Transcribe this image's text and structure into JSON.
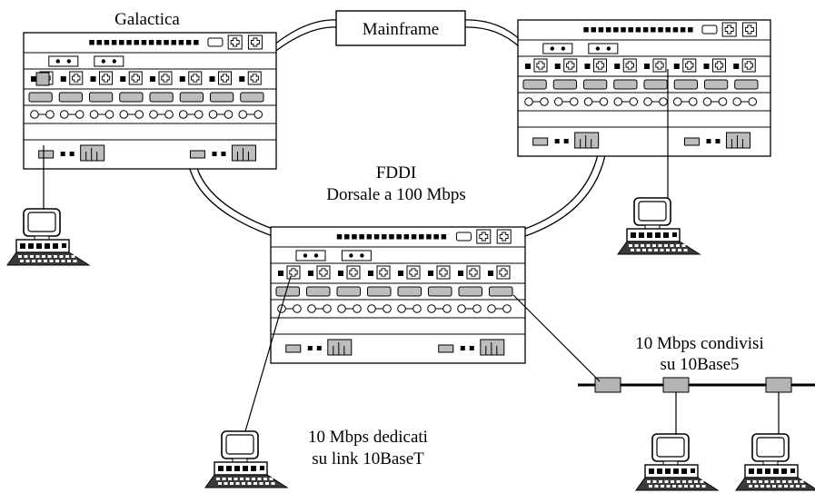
{
  "labels": {
    "galactica": "Galactica",
    "mainframe": "Mainframe",
    "fddi_line1": "FDDI",
    "fddi_line2": "Dorsale a 100 Mbps",
    "shared_line1": "10 Mbps condivisi",
    "shared_line2": "su 10Base5",
    "dedicated_line1": "10 Mbps dedicati",
    "dedicated_line2": "su link 10BaseT"
  }
}
